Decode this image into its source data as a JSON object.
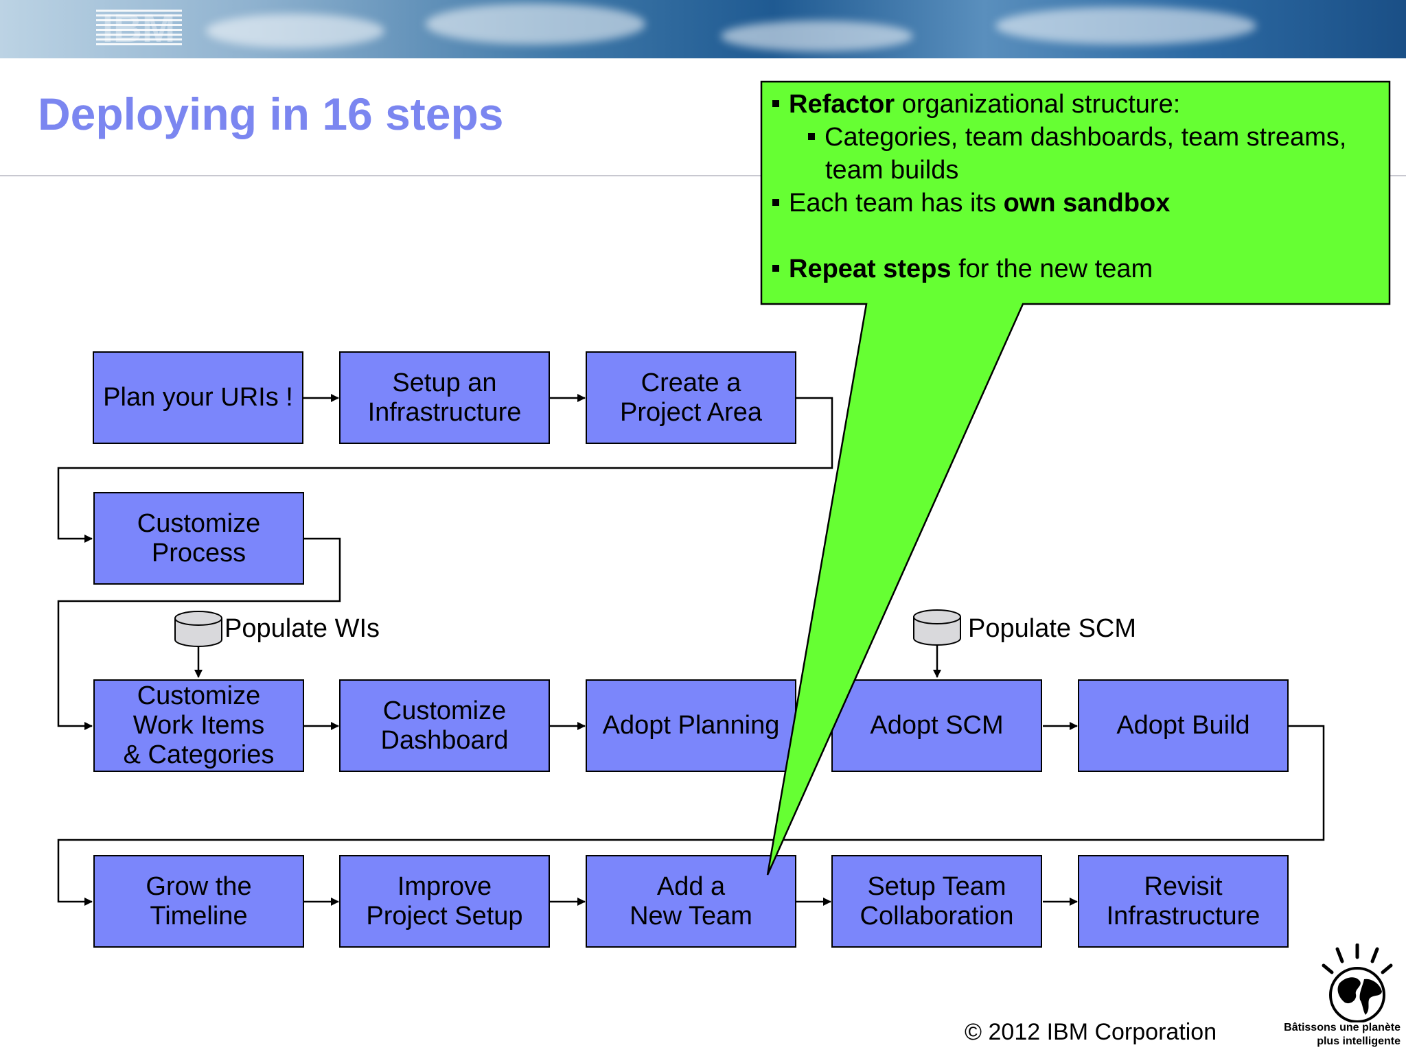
{
  "header": {
    "logo_text": "IBM",
    "title": "Deploying in 16 steps"
  },
  "steps": {
    "plan_uris": "Plan your URIs !",
    "setup_infra": "Setup an\nInfrastructure",
    "create_project": "Create a\nProject Area",
    "customize_process": "Customize\nProcess",
    "customize_wi": "Customize\nWork Items\n& Categories",
    "customize_dashboard": "Customize\nDashboard",
    "adopt_planning": "Adopt Planning",
    "adopt_scm": "Adopt SCM",
    "adopt_build": "Adopt Build",
    "grow_timeline": "Grow the\nTimeline",
    "improve_setup": "Improve\nProject Setup",
    "add_team": "Add a\nNew Team",
    "setup_collab": "Setup Team\nCollaboration",
    "revisit_infra": "Revisit\nInfrastructure"
  },
  "databases": {
    "wi_label": "Populate WIs",
    "scm_label": "Populate SCM"
  },
  "callout": {
    "b1_bold": "Refactor",
    "b1_rest": " organizational structure:",
    "b1_sub_line1": "Categories, team dashboards, team streams,",
    "b1_sub_line2": "team builds",
    "b2_rest": "Each team has its ",
    "b2_bold": "own sandbox",
    "b3_bold": "Repeat steps",
    "b3_rest": " for the new team"
  },
  "footer": {
    "copyright": "© 2012 IBM Corporation",
    "tagline": "Bâtissons une planète\nplus intelligente"
  },
  "colors": {
    "step_fill": "#7b86fb",
    "title": "#7b86f0",
    "callout_fill": "#66ff33"
  }
}
